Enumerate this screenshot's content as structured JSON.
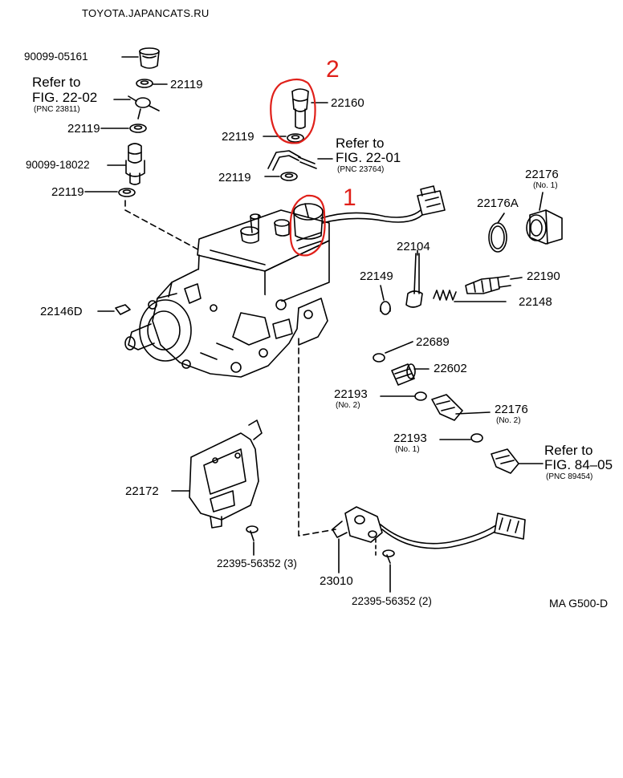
{
  "watermark": "TOYOTA.JAPANCATS.RU",
  "figure_code": "MA G500-D",
  "annotations": {
    "mark1": "1",
    "mark2": "2"
  },
  "colors": {
    "ink": "#000000",
    "annotation": "#e0201a",
    "background": "#ffffff"
  },
  "labels": {
    "p_90099_05161": "90099-05161",
    "p_22119_a": "22119",
    "ref_22_02": "Refer to",
    "ref_22_02_fig": "FIG. 22-02",
    "ref_22_02_pnc": "(PNC 23811)",
    "p_22119_b": "22119",
    "p_90099_18022": "90099-18022",
    "p_22119_c": "22119",
    "p_22160": "22160",
    "p_22119_d": "22119",
    "ref_22_01": "Refer to",
    "ref_22_01_fig": "FIG. 22-01",
    "ref_22_01_pnc": "(PNC 23764)",
    "p_22119_e": "22119",
    "p_22176_no1": "22176",
    "p_22176_no1_sub": "(No. 1)",
    "p_22176A": "22176A",
    "p_22104": "22104",
    "p_22149": "22149",
    "p_22190": "22190",
    "p_22148": "22148",
    "p_22146D": "22146D",
    "p_22689": "22689",
    "p_22602": "22602",
    "p_22193_no2": "22193",
    "p_22193_no2_sub": "(No. 2)",
    "p_22176_no2": "22176",
    "p_22176_no2_sub": "(No. 2)",
    "p_22193_no1": "22193",
    "p_22193_no1_sub": "(No. 1)",
    "ref_84_05": "Refer to",
    "ref_84_05_fig": "FIG. 84–05",
    "ref_84_05_pnc": "(PNC 89454)",
    "p_22172": "22172",
    "p_22395_3": "22395-56352 (3)",
    "p_23010": "23010",
    "p_22395_2": "22395-56352 (2)"
  }
}
